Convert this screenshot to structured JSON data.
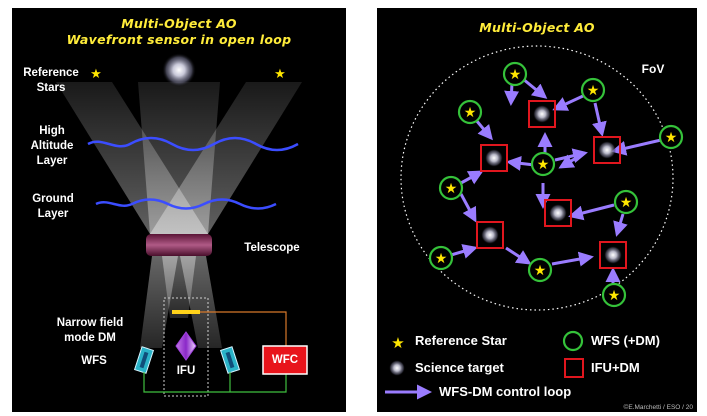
{
  "left": {
    "title_line1": "Multi-Object AO",
    "title_line2": "Wavefront sensor in open loop",
    "labels": {
      "reference_stars": "Reference\nStars",
      "high_altitude_layer": "High\nAltitude\nLayer",
      "ground_layer": "Ground\nLayer",
      "telescope": "Telescope",
      "narrow_field_dm": "Narrow field\nmode DM",
      "wfs": "WFS",
      "ifu": "IFU",
      "wfc": "WFC"
    }
  },
  "right": {
    "title": "Multi-Object AO",
    "fov_label": "FoV",
    "legend": {
      "reference_star": "Reference Star",
      "wfs_dm": "WFS (+DM)",
      "science_target": "Science target",
      "ifu_dm": "IFU+DM",
      "control_loop": "WFS-DM control loop"
    },
    "credit": "©E.Marchetti / ESO / 20"
  },
  "colors": {
    "title_yellow": "#ffec3a",
    "star_yellow": "#ffe600",
    "wfs_green": "#35c23a",
    "ifu_red": "#e0161e",
    "arrow_purple": "#9a7cff",
    "layer_blue": "#3b4dff",
    "wfc_red": "#e8141b"
  }
}
